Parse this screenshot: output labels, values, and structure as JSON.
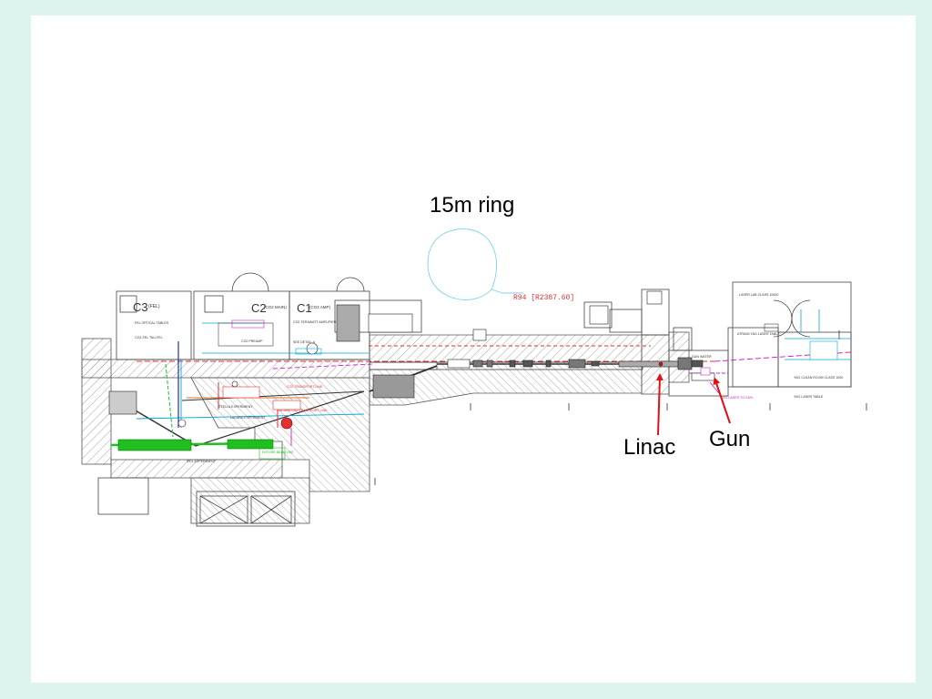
{
  "labels": {
    "ring": "15m ring",
    "linac": "Linac",
    "gun": "Gun"
  },
  "rooms": {
    "c3": "C3",
    "c3_suffix": "(FEL)",
    "c2": "C2",
    "c2_suffix": "(CO2 MAIN)",
    "c1": "C1",
    "c1_suffix": "(CO2 AMP)"
  },
  "annotations": {
    "radius": "R94 [R2387.60]",
    "fel_optical": "FEL OPTICAL TABLES",
    "co2_fel": "CO2-FEL TAU-FEL",
    "co2_preamp": "CO2 PREAMP",
    "co2_terawatt": "CO2 TERAWATT AMPLIFIER",
    "see_detail": "SEE DETAIL-A",
    "stella": "STELLA EXPERIMENT",
    "lacara": "LACARA EXPERIMENT",
    "co2_transport": "CO2 TRANSPORT LINE",
    "co2_trans2": "LACARA CO2 TRANSPORT LINE",
    "ifel": "IFEL EXPERIMENT",
    "radiation": "FUTURE BEAM LINE",
    "gun_water": "GUN WATER",
    "laser_lab": "LASER LAB CLASS 10000",
    "atrium": "ATRIUM YAG LASER TABLE",
    "yag_clean": "YAG CLEAN ROOM CLASS 1000",
    "yag_table": "YAG LASER TABLE",
    "yag_to_gun": "YAG LASER TO GUN"
  },
  "colors": {
    "background": "#dcf3ee",
    "slide": "#ffffff",
    "arrow": "#e01010",
    "ring_line": "#7fd3e6",
    "laser": "#e03030",
    "cyan": "#00a8d8",
    "green": "#1fbf1f",
    "magenta": "#d020d0",
    "hatch": "#888888"
  }
}
